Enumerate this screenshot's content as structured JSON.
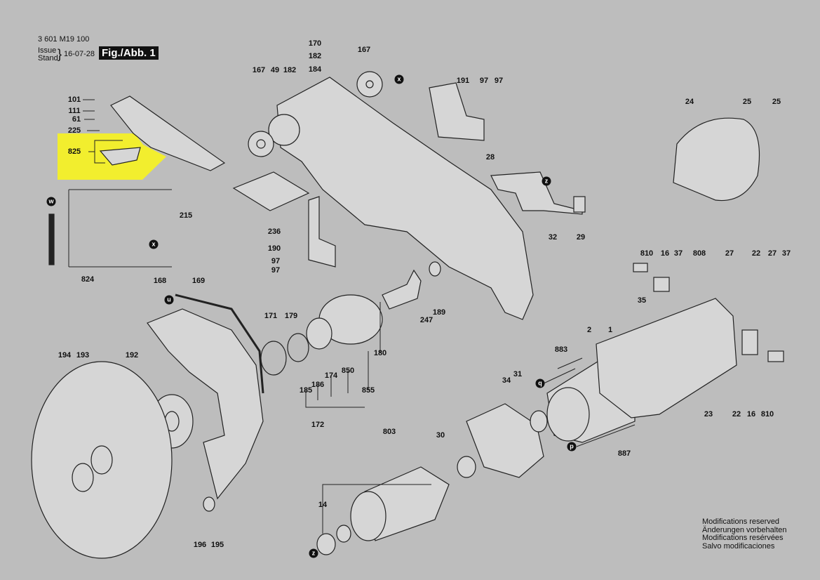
{
  "header": {
    "part_number": "3 601 M19 100",
    "issue_label": "Issue",
    "stand_label": "Stand",
    "date": "16-07-28",
    "figure": "Fig./Abb. 1"
  },
  "notes": [
    "Modifications reserved",
    "Änderungen vorbehalten",
    "Modifications resérvées",
    "Salvo modificaciones"
  ],
  "colors": {
    "background": "#bdbdbd",
    "highlight": "#f2ee2e"
  },
  "highlighted_part": "825",
  "parts": [
    "170",
    "182",
    "184",
    "167",
    "167",
    "49",
    "182",
    "191",
    "97",
    "97",
    "101",
    "111",
    "61",
    "225",
    "825",
    "24",
    "25",
    "25",
    "28",
    "215",
    "236",
    "32",
    "29",
    "190",
    "824",
    "97",
    "97",
    "810",
    "16",
    "37",
    "808",
    "27",
    "22",
    "27",
    "37",
    "168",
    "169",
    "171",
    "179",
    "35",
    "189",
    "247",
    "2",
    "1",
    "883",
    "180",
    "850",
    "174",
    "186",
    "185",
    "855",
    "34",
    "31",
    "194",
    "193",
    "192",
    "23",
    "22",
    "16",
    "810",
    "172",
    "803",
    "30",
    "887",
    "14",
    "196",
    "195"
  ],
  "markers": [
    "x",
    "z",
    "w",
    "x",
    "u",
    "q",
    "p",
    "z"
  ]
}
